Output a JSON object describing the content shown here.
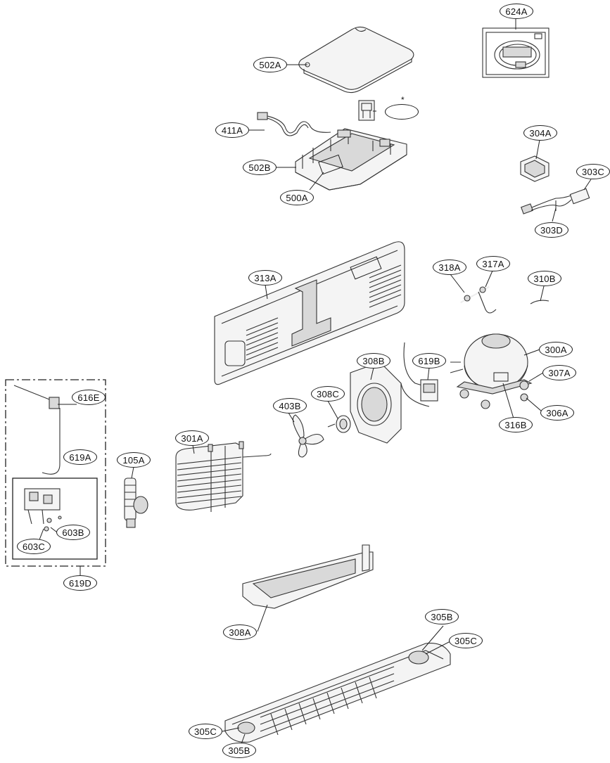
{
  "labels": {
    "l624A": "624A",
    "l502A": "502A",
    "l411A": "411A",
    "l502B": "502B",
    "l500A": "500A",
    "l304A": "304A",
    "l303C": "303C",
    "l303D": "303D",
    "l313A": "313A",
    "l318A": "318A",
    "l317A": "317A",
    "l310B": "310B",
    "l300A": "300A",
    "l307A": "307A",
    "l306A": "306A",
    "l316B": "316B",
    "l308B": "308B",
    "l619B": "619B",
    "l308C": "308C",
    "l403B": "403B",
    "l301A": "301A",
    "l105A": "105A",
    "l616E": "616E",
    "l619A": "619A",
    "l603B": "603B",
    "l603C": "603C",
    "l619D": "619D",
    "l308A": "308A",
    "l305B_top": "305B",
    "l305C_top": "305C",
    "l305C_bottom": "305C",
    "l305B_bottom": "305B"
  },
  "asterisk": "*"
}
